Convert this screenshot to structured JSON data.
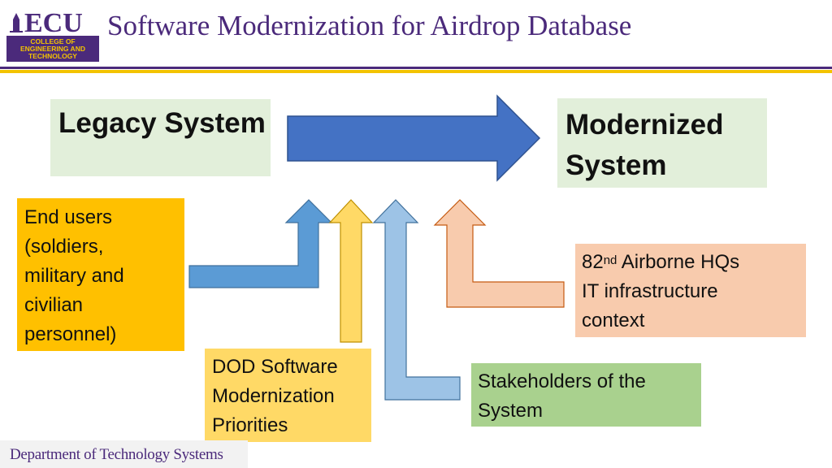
{
  "header": {
    "logo_text": "ECU",
    "logo_subtitle": "COLLEGE OF ENGINEERING AND TECHNOLOGY",
    "title": "Software Modernization for Airdrop Database"
  },
  "diagram": {
    "legacy_label": "Legacy System",
    "modernized_label_lines": [
      "Modernized",
      "System"
    ],
    "end_users_lines": [
      "End users",
      "(soldiers,",
      "military and",
      "civilian",
      "personnel)"
    ],
    "dod_lines": [
      "DOD Software",
      "Modernization",
      "Priorities"
    ],
    "stakeholders_lines": [
      "Stakeholders of the",
      "System"
    ],
    "hq_line1_prefix": "82",
    "hq_line1_sup": "nd",
    "hq_line1_suffix": " Airborne HQs",
    "hq_line2": "IT infrastructure",
    "hq_line3": "context"
  },
  "footer": {
    "department": "Department of Technology Systems"
  },
  "colors": {
    "ecu_purple": "#4b2a7b",
    "ecu_gold": "#f3c300",
    "main_arrow": "#4472c4",
    "end_users": "#ffc000",
    "dod": "#ffd966",
    "stakeholders": "#a9d18e",
    "hq": "#f8cbad"
  }
}
